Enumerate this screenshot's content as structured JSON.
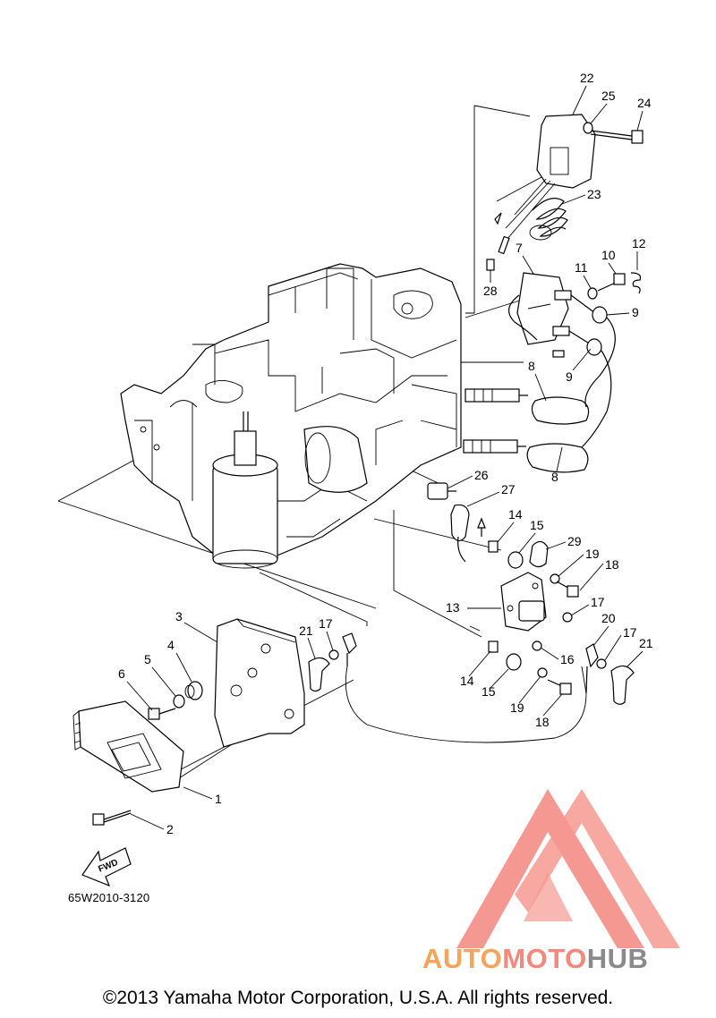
{
  "diagram": {
    "callouts": [
      "1",
      "2",
      "3",
      "4",
      "5",
      "6",
      "7",
      "8",
      "8",
      "9",
      "9",
      "10",
      "11",
      "12",
      "13",
      "14",
      "14",
      "15",
      "15",
      "16",
      "17",
      "17",
      "17",
      "18",
      "18",
      "19",
      "19",
      "20",
      "21",
      "21",
      "22",
      "23",
      "24",
      "25",
      "26",
      "27",
      "28",
      "29"
    ],
    "fwd_label": "FWD",
    "drawing_code": "65W2010-3120"
  },
  "footer": {
    "copyright": "©2013 Yamaha Motor Corporation, U.S.A. All rights reserved."
  },
  "watermark": {
    "part1": "AUTO",
    "part2": "MOTO",
    "part3": "HUB",
    "colors": {
      "auto": "#f6a45c",
      "moto": "#f4877e",
      "hub": "#8a8a8a",
      "triangle": "#f4877e"
    }
  }
}
